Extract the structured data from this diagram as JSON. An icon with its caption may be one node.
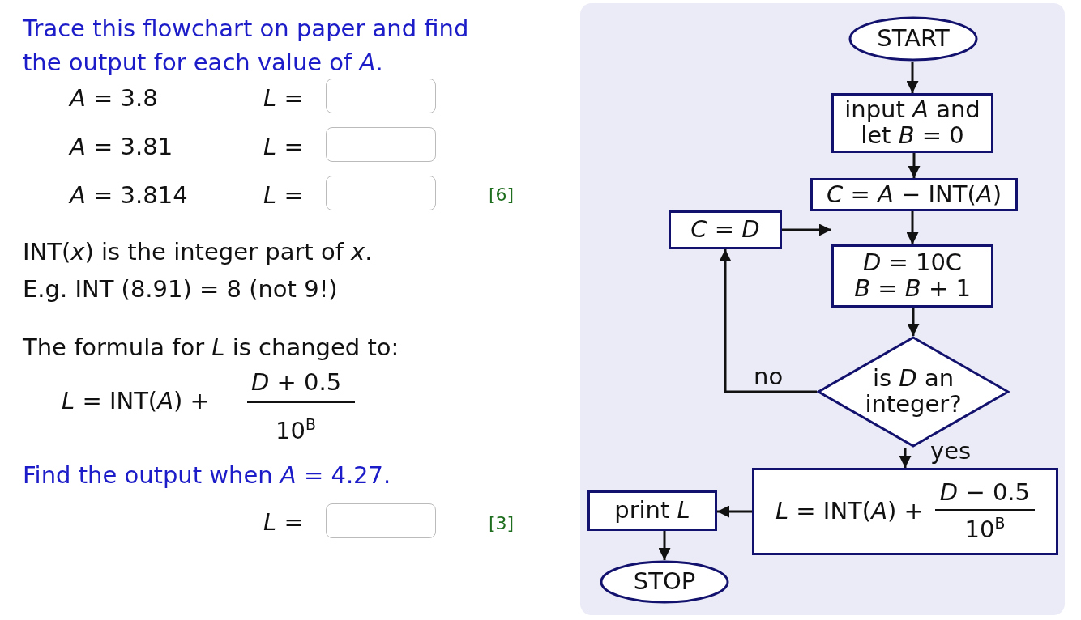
{
  "diagram": {
    "nodes": [
      {
        "text": [
          "START"
        ]
      },
      {
        "text": [
          "input *A* and let *B* = 0"
        ]
      },
      {
        "text": [
          "*C* = *A* − INT(*A*)"
        ]
      },
      {
        "text": [
          "*C* = *D*"
        ]
      },
      {
        "text": [
          "*D* = 10C",
          "*B* = *B* + 1"
        ]
      },
      {
        "text": [
          "is *D* an integer?"
        ]
      },
      {
        "text": [
          "*L* = INT(*A*) +",
          "*D* − 0.5",
          "10$^{B}$"
        ]
      },
      {
        "text": [
          "print *L*"
        ]
      },
      {
        "text": [
          "STOP"
        ]
      }
    ],
    "edges": [
      {
        "from": 0,
        "to": 1,
        "arrow": "to"
      },
      {
        "from": 1,
        "to": 2,
        "arrow": "to"
      },
      {
        "from": 2,
        "to": 4,
        "arrow": "to"
      },
      {
        "from": 3,
        "to": 4,
        "arrow": "to"
      },
      {
        "from": 4,
        "to": 5,
        "arrow": "to"
      },
      {
        "from": 5,
        "to": 3,
        "arrow": "to",
        "label": "no"
      },
      {
        "from": 5,
        "to": 6,
        "arrow": "to",
        "label": "yes"
      },
      {
        "from": 6,
        "to": 7,
        "arrow": "to"
      },
      {
        "from": 7,
        "to": 8,
        "arrow": "to"
      }
    ],
    "labels": [
      "Trace this flowchart on paper and find the output for each value of *A*.",
      "*A* = 3.8",
      "*L* =",
      "*A* = 3.81",
      "*L* =",
      "*A* = 3.814",
      "*L* =",
      "[6]",
      "INT(*x*) is the integer part of *x*.",
      "E.g. INT (8.91) = 8 (not 9!)",
      "The formula for *L* is changed to:",
      "*L* = INT(*A*) +",
      "*D* + 0.5",
      "10$^{B}$",
      "Find the output when *A* = 4.27.",
      "*L* =",
      "[3]"
    ]
  }
}
